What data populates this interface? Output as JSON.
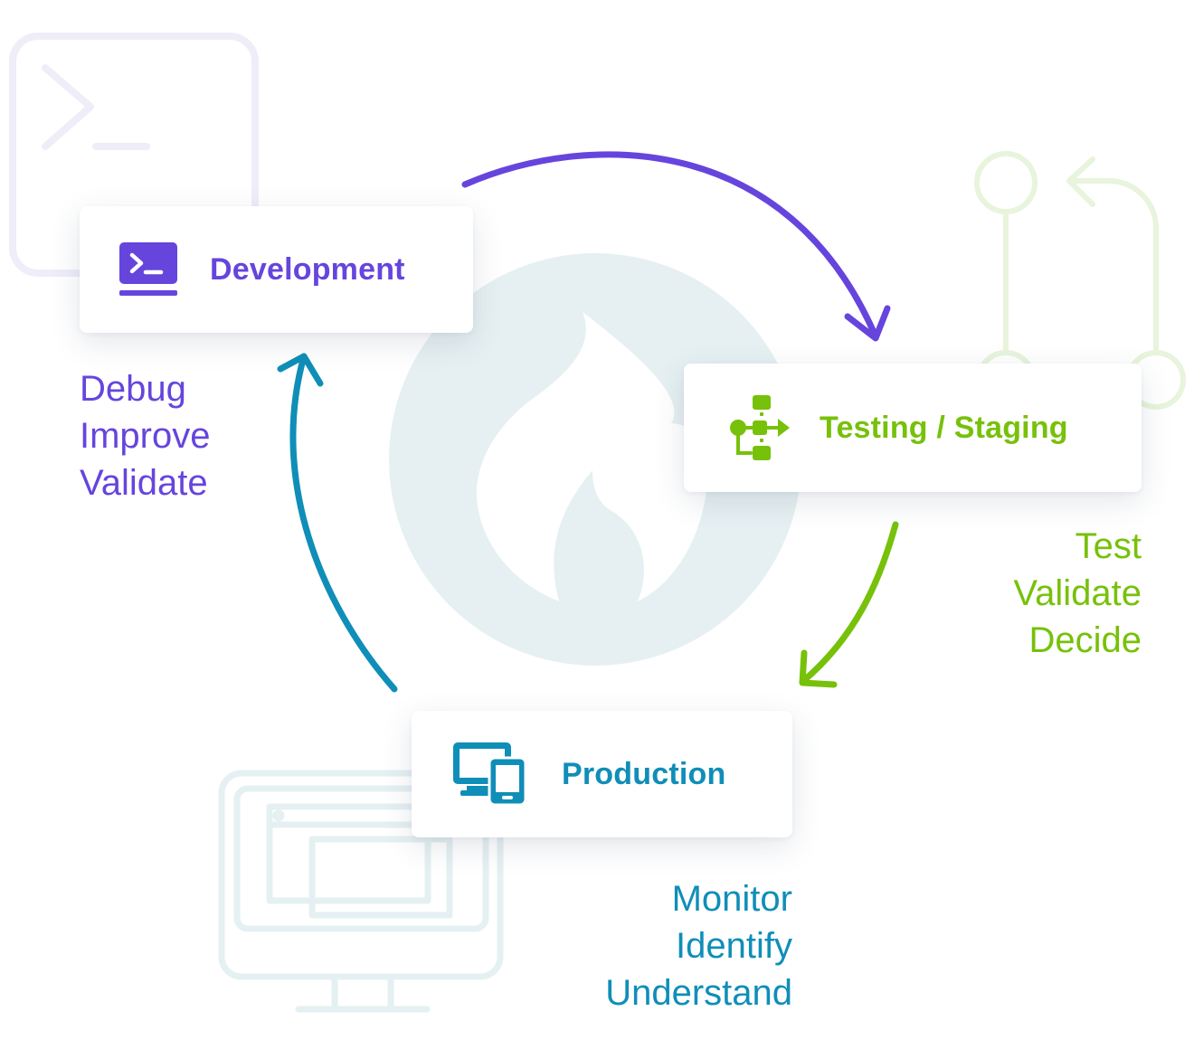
{
  "stages": {
    "development": {
      "label": "Development",
      "icon": "terminal-icon",
      "color": "#6645dd",
      "notes": [
        "Debug",
        "Improve",
        "Validate"
      ]
    },
    "testing": {
      "label": "Testing / Staging",
      "icon": "workflow-icon",
      "color": "#77c10a",
      "notes": [
        "Test",
        "Validate",
        "Decide"
      ]
    },
    "production": {
      "label": "Production",
      "icon": "devices-icon",
      "color": "#0f8eb8",
      "notes": [
        "Monitor",
        "Identify",
        "Understand"
      ]
    }
  },
  "center": {
    "icon": "flame-icon",
    "color": "#e6f0f2"
  },
  "background_icons": [
    "terminal-icon",
    "git-branch-icon",
    "monitor-icon"
  ]
}
